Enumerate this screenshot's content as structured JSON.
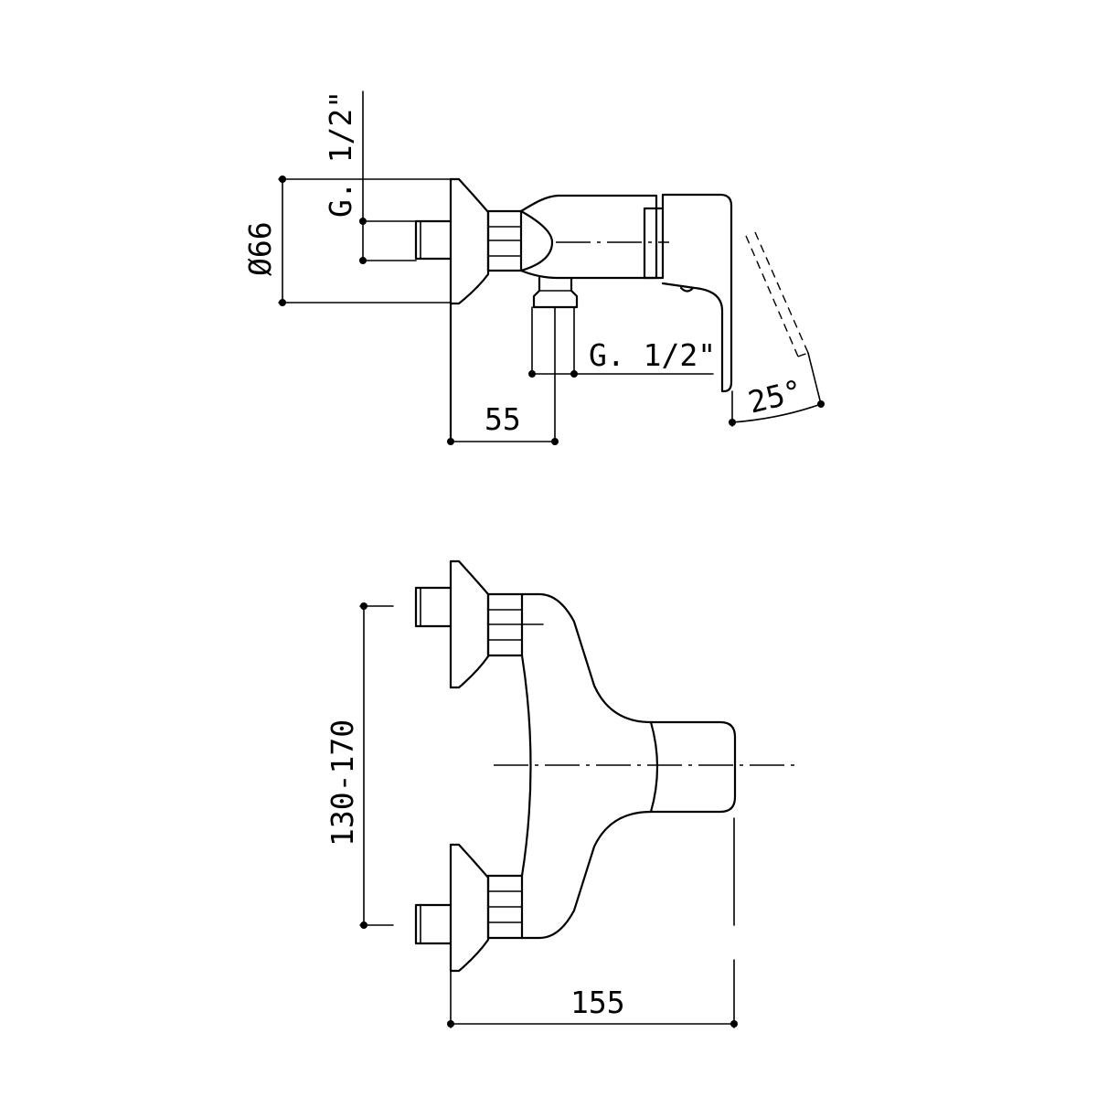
{
  "dimensions": {
    "thread_top": "G. 1/2\"",
    "diameter": "Ø66",
    "thread_outlet": "G. 1/2\"",
    "depth": "55",
    "lever_angle": "25°",
    "center_distance": "130-170",
    "width": "155"
  }
}
